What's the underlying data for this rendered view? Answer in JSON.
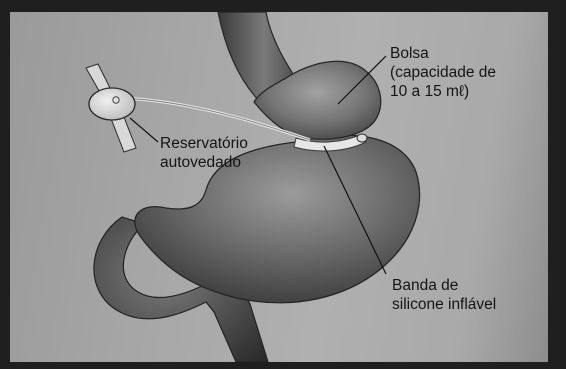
{
  "labels": {
    "pouch": {
      "lines": [
        "Bolsa",
        "(capacidade de",
        "10 a 15 mℓ)"
      ]
    },
    "reservoir": {
      "lines": [
        "Reservatório",
        "autovedado"
      ]
    },
    "band": {
      "lines": [
        "Banda de",
        "silicone inflável"
      ]
    }
  },
  "colors": {
    "page_background": "#a6a6a6",
    "organ_dark": "#3c3c3c",
    "organ_mid": "#6e6e6e",
    "organ_light": "#9b9b9b",
    "band": "#e6e6e6",
    "text": "#151515"
  }
}
